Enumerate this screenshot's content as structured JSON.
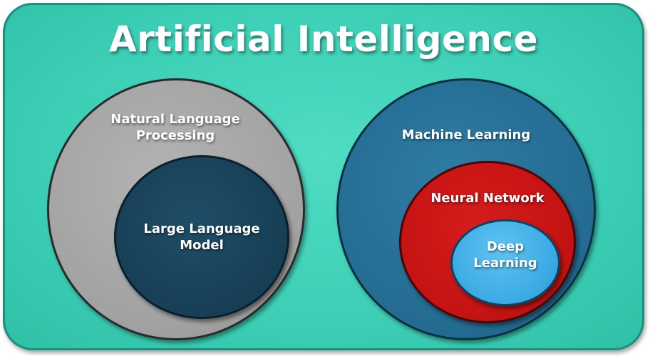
{
  "title": "Artificial Intelligence",
  "nodes": {
    "nlp": {
      "lines": [
        "Natural Language",
        "Processing"
      ]
    },
    "llm": {
      "lines": [
        "Large Language",
        "Model"
      ]
    },
    "ml": {
      "lines": [
        "Machine Learning"
      ]
    },
    "nn": {
      "lines": [
        "Neural Network"
      ]
    },
    "dl": {
      "lines": [
        "Deep",
        "Learning"
      ]
    }
  },
  "colors": {
    "background": "#3ccfb5",
    "nlp": "#a1a1a1",
    "llm": "#173f56",
    "ml": "#236b91",
    "nn": "#c41212",
    "dl": "#3aa9e2",
    "text": "#ffffff"
  }
}
